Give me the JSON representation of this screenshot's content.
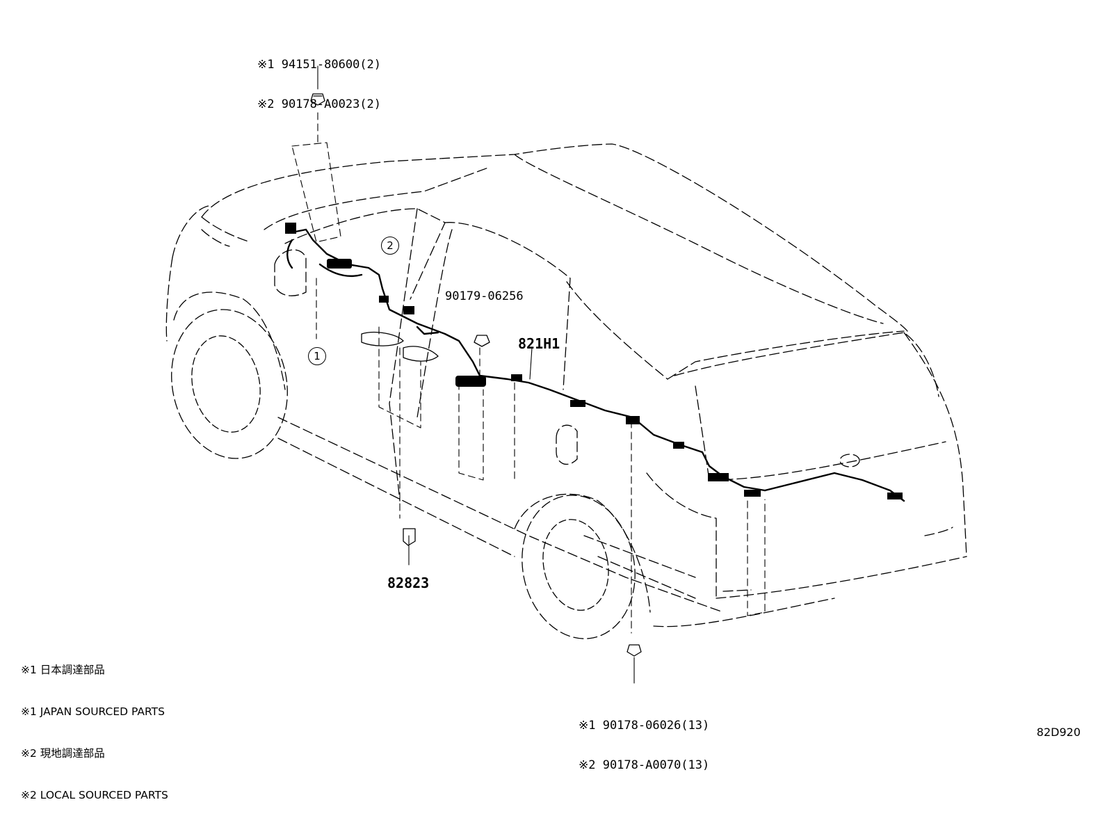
{
  "callouts": {
    "top_clip": {
      "line1": "※1 94151-80600(2)",
      "line2": "※2 90178-A0023(2)"
    },
    "bottom_clip": {
      "line1": "※1 90178-06026(13)",
      "line2": "※2 90178-A0070(13)"
    },
    "nut": "90179-06256",
    "harness": "821H1",
    "connector": "82823"
  },
  "markers": {
    "one": "1",
    "two": "2"
  },
  "legend": {
    "line1": "※1 日本調達部品",
    "line2": "※1 JAPAN SOURCED PARTS",
    "line3": "※2 現地調達部品",
    "line4": "※2 LOCAL SOURCED PARTS"
  },
  "diagram_code": "82D920"
}
